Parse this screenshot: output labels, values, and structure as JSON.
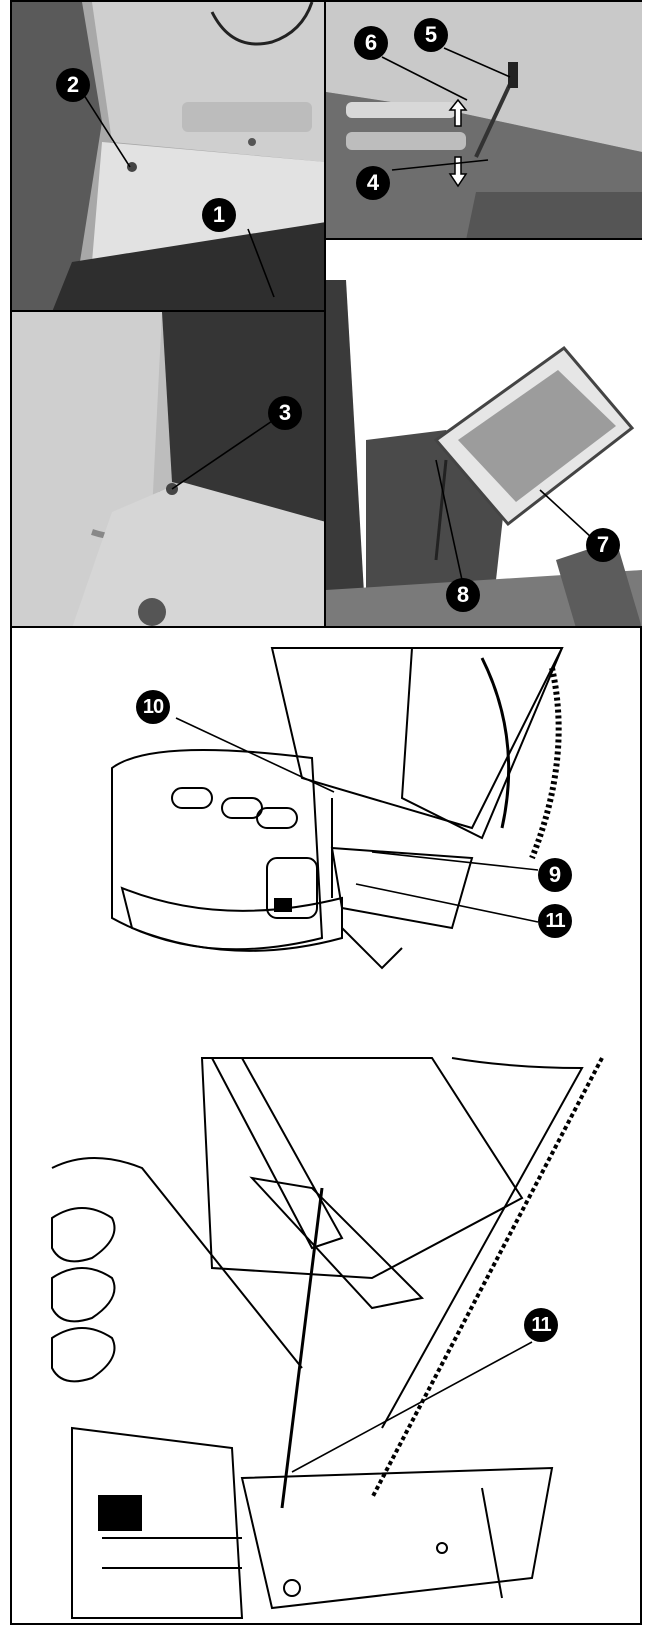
{
  "callouts": {
    "c1": "1",
    "c2": "2",
    "c3": "3",
    "c4": "4",
    "c5": "5",
    "c6": "6",
    "c7": "7",
    "c8": "8",
    "c9": "9",
    "c10": "10",
    "c11a": "11",
    "c11b": "11"
  },
  "icons": {
    "arrow_up": "up-arrow-icon",
    "arrow_down": "down-arrow-icon"
  },
  "colors": {
    "photo_dark": "#2b2b2b",
    "photo_mid": "#8d8d8d",
    "photo_light": "#d9d9d9",
    "line": "#000000"
  }
}
